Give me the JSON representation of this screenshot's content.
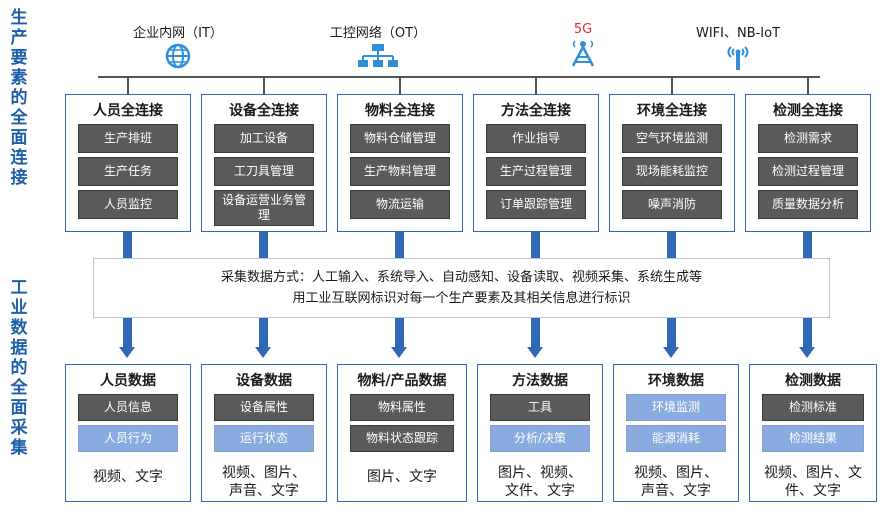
{
  "side_labels": {
    "top": "生产要素的全面连接",
    "bottom": "工业数据的全面采集"
  },
  "networks": [
    {
      "label": "企业内网（IT）",
      "icon": "globe-icon",
      "color": "#2f8fd8"
    },
    {
      "label": "工控网络（OT）",
      "icon": "network-icon",
      "color": "#2f8fd8"
    },
    {
      "label": "5G",
      "icon": "tower-icon",
      "color": "#e03030"
    },
    {
      "label": "WIFI、NB-IoT",
      "icon": "wifi-icon",
      "color": "#2f8fd8"
    }
  ],
  "connections": [
    {
      "title": "人员全连接",
      "items": [
        "生产排班",
        "生产任务",
        "人员监控"
      ]
    },
    {
      "title": "设备全连接",
      "items": [
        "加工设备",
        "工刀具管理",
        "设备运营业务管理"
      ]
    },
    {
      "title": "物料全连接",
      "items": [
        "物料仓储管理",
        "生产物料管理",
        "物流运输"
      ]
    },
    {
      "title": "方法全连接",
      "items": [
        "作业指导",
        "生产过程管理",
        "订单跟踪管理"
      ]
    },
    {
      "title": "环境全连接",
      "items": [
        "空气环境监测",
        "现场能耗监控",
        "噪声消防"
      ]
    },
    {
      "title": "检测全连接",
      "items": [
        "检测需求",
        "检测过程管理",
        "质量数据分析"
      ]
    }
  ],
  "collection": {
    "line1": "采集数据方式：人工输入、系统导入、自动感知、设备读取、视频采集、系统生成等",
    "line2": "用工业互联网标识对每一个生产要素及其相关信息进行标识"
  },
  "data_blocks": [
    {
      "title": "人员数据",
      "items": [
        {
          "text": "人员信息",
          "style": "g"
        },
        {
          "text": "人员行为",
          "style": "b"
        }
      ],
      "media": "视频、文字"
    },
    {
      "title": "设备数据",
      "items": [
        {
          "text": "设备属性",
          "style": "g"
        },
        {
          "text": "运行状态",
          "style": "b"
        }
      ],
      "media": "视频、图片、声音、文字"
    },
    {
      "title": "物料/产品数据",
      "items": [
        {
          "text": "物料属性",
          "style": "g"
        },
        {
          "text": "物料状态跟踪",
          "style": "g"
        }
      ],
      "media": "图片、文字"
    },
    {
      "title": "方法数据",
      "items": [
        {
          "text": "工具",
          "style": "g"
        },
        {
          "text": "分析/决策",
          "style": "b"
        }
      ],
      "media": "图片、视频、文件、文字"
    },
    {
      "title": "环境数据",
      "items": [
        {
          "text": "环境监测",
          "style": "b"
        },
        {
          "text": "能源消耗",
          "style": "b"
        }
      ],
      "media": "视频、图片、声音、文字"
    },
    {
      "title": "检测数据",
      "items": [
        {
          "text": "检测标准",
          "style": "g"
        },
        {
          "text": "检测结果",
          "style": "b"
        }
      ],
      "media": "视频、图片、文件、文字"
    }
  ]
}
